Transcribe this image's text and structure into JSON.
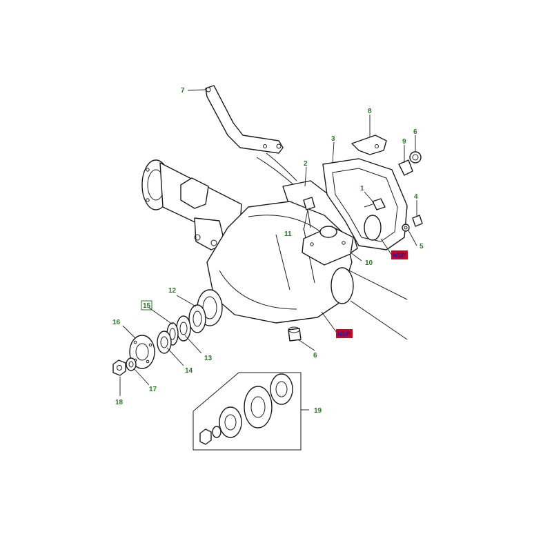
{
  "colors": {
    "callout_text": "#1f7a1f",
    "badge_fill": "#d6001c",
    "badge_text": "#1a1aa8",
    "boxed_outline": "#1f7a1f"
  },
  "callouts": {
    "c1": "1",
    "c2": "2",
    "c3": "3",
    "c4": "4",
    "c5": "5",
    "c6a": "6",
    "c6b": "6",
    "c7": "7",
    "c8": "8",
    "c9": "9",
    "c10": "10",
    "c11": "11",
    "c12": "12",
    "c13": "13",
    "c14": "14",
    "c15": "15",
    "c16": "16",
    "c17": "17",
    "c18": "18",
    "c19": "19"
  },
  "badges": {
    "nsp_upper": "NSP",
    "nsp_lower": "NSP"
  }
}
